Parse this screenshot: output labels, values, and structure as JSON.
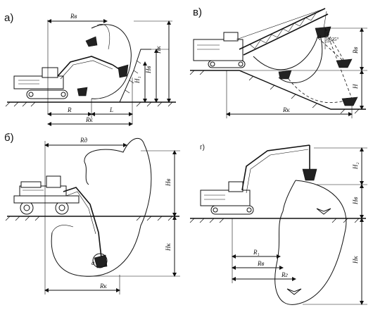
{
  "panels": {
    "a": {
      "letter": "а)",
      "labels": {
        "r_radius": "R",
        "r_digging": "Rв",
        "h_loading": "Hв",
        "h_top": "Hк",
        "h1": "H₁",
        "r": "R",
        "l": "L",
        "r_k": "Rк"
      }
    },
    "v": {
      "letter": "в)",
      "labels": {
        "angle": "30-35°",
        "r_b": "Rв",
        "h": "H",
        "r_k": "Rк"
      }
    },
    "b": {
      "letter": "б)",
      "labels": {
        "r_digging": "Rд",
        "h_loading": "Hв",
        "h_depth": "Hк",
        "r_k": "Rк",
        "a": "a"
      }
    },
    "g": {
      "letter": "г)",
      "labels": {
        "h2": "H₂",
        "h_loading": "Hв",
        "h_depth": "Hк",
        "r1": "R₁",
        "r_b": "Rв",
        "r_r": "Rг"
      }
    }
  }
}
